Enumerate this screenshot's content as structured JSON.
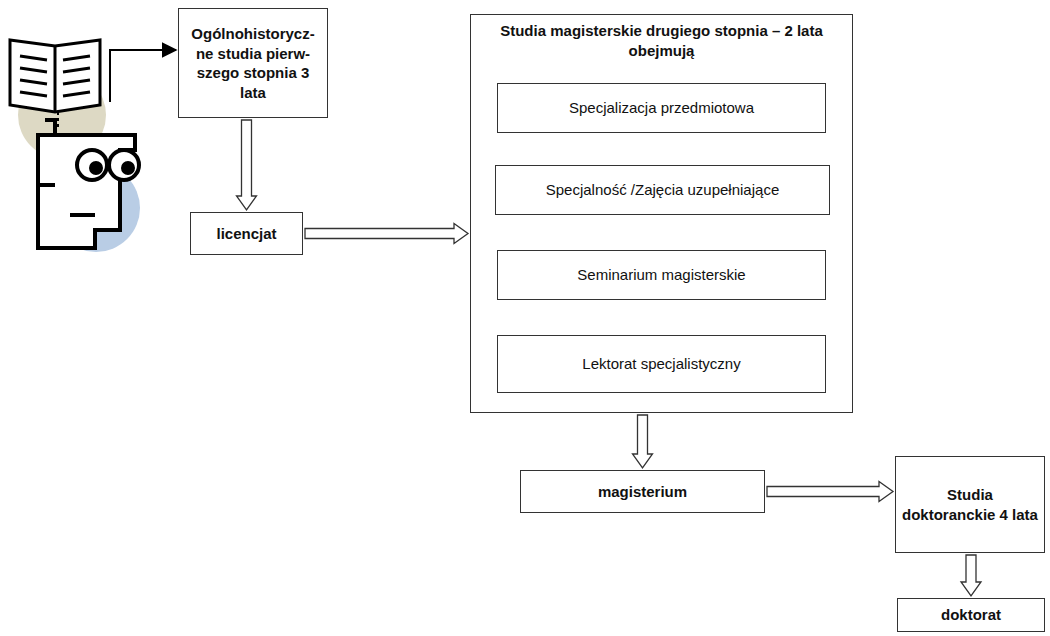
{
  "diagram": {
    "nodes": [
      {
        "text": [
          "Ogólnohistorycz- ne studia pierw- szego stopnia 3 lata"
        ]
      },
      {
        "text": [
          "licencjat"
        ]
      },
      {
        "text": [
          "Studia magisterskie drugiego stopnia – 2 lata obejmują"
        ]
      },
      {
        "text": [
          "Specjalizacja przedmiotowa"
        ],
        "in": 2
      },
      {
        "text": [
          "Specjalność /Zajęcia uzupełniające"
        ],
        "in": 2
      },
      {
        "text": [
          "Seminarium magisterskie"
        ],
        "in": 2
      },
      {
        "text": [
          "Lektorat specjalistyczny"
        ],
        "in": 2
      },
      {
        "text": [
          "magisterium"
        ]
      },
      {
        "text": [
          "Studia doktoranckie 4 lata"
        ]
      },
      {
        "text": [
          "doktorat"
        ]
      }
    ],
    "edges": [
      {
        "from": 0,
        "to": 1,
        "arrow": "to"
      },
      {
        "from": 1,
        "to": 2,
        "arrow": "to"
      },
      {
        "from": 2,
        "to": 7,
        "arrow": "to"
      },
      {
        "from": 7,
        "to": 8,
        "arrow": "to"
      },
      {
        "from": 8,
        "to": 9,
        "arrow": "to"
      }
    ]
  }
}
